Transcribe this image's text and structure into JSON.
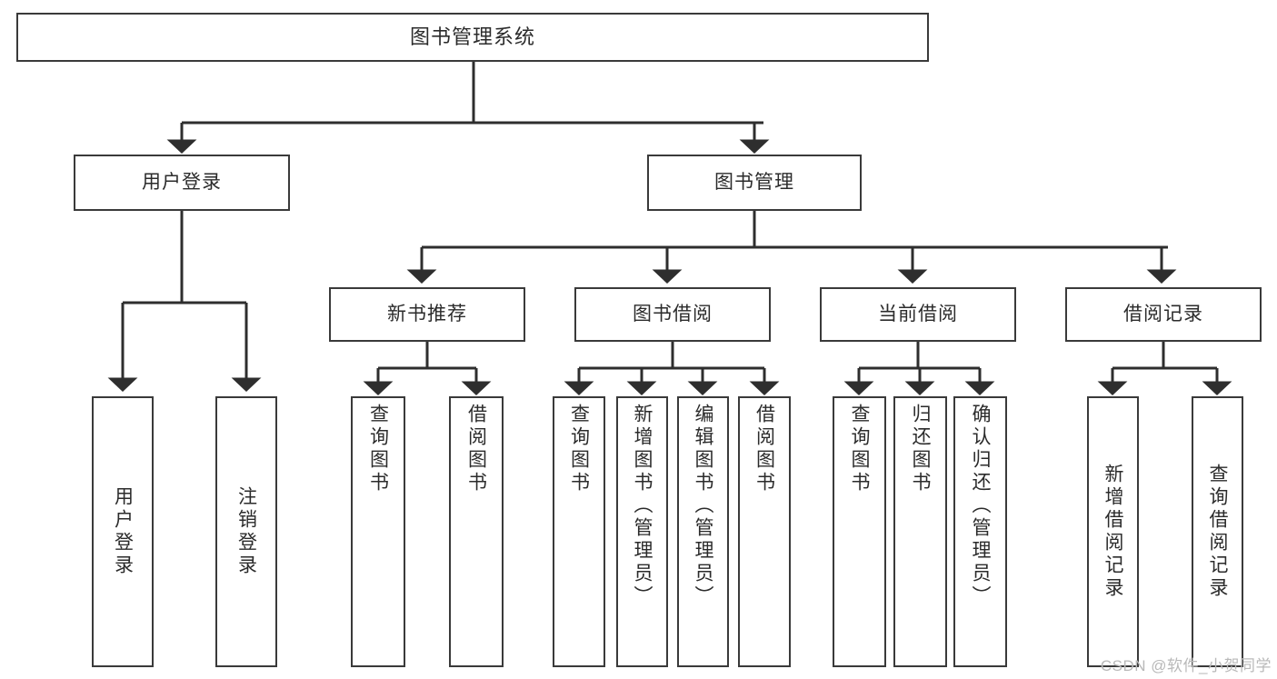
{
  "diagram": {
    "type": "tree-hierarchy",
    "title": "图书管理系统",
    "watermark": "CSDN @软件_小贺同学",
    "colors": {
      "box_border": "#3a3a3a",
      "box_fill": "#ffffff",
      "edge": "#2e2e2e",
      "text": "#2b2b2b",
      "watermark": "#b9b9b9"
    },
    "nodes": {
      "root": {
        "label": "图书管理系统"
      },
      "level2": [
        {
          "id": "user-login",
          "label": "用户登录"
        },
        {
          "id": "book-manage",
          "label": "图书管理"
        }
      ],
      "level3": [
        {
          "id": "new-book-recommend",
          "label": "新书推荐"
        },
        {
          "id": "book-borrow",
          "label": "图书借阅"
        },
        {
          "id": "current-borrow",
          "label": "当前借阅"
        },
        {
          "id": "borrow-record",
          "label": "借阅记录"
        }
      ],
      "leaves": {
        "user-login": [
          {
            "id": "leaf-user-login",
            "label": "用户登录"
          },
          {
            "id": "leaf-logout-login",
            "label": "注销登录"
          }
        ],
        "new-book-recommend": [
          {
            "id": "leaf-query-book-1",
            "label": "查询图书"
          },
          {
            "id": "leaf-borrow-book-1",
            "label": "借阅图书"
          }
        ],
        "book-borrow": [
          {
            "id": "leaf-query-book-2",
            "label": "查询图书"
          },
          {
            "id": "leaf-add-book",
            "label": "新增图书（管理员）"
          },
          {
            "id": "leaf-edit-book",
            "label": "编辑图书（管理员）"
          },
          {
            "id": "leaf-borrow-book-2",
            "label": "借阅图书"
          }
        ],
        "current-borrow": [
          {
            "id": "leaf-query-book-3",
            "label": "查询图书"
          },
          {
            "id": "leaf-return-book",
            "label": "归还图书"
          },
          {
            "id": "leaf-confirm-return",
            "label": "确认归还（管理员）"
          }
        ],
        "borrow-record": [
          {
            "id": "leaf-add-record",
            "label": "新增借阅记录"
          },
          {
            "id": "leaf-query-record",
            "label": "查询借阅记录"
          }
        ]
      }
    }
  }
}
